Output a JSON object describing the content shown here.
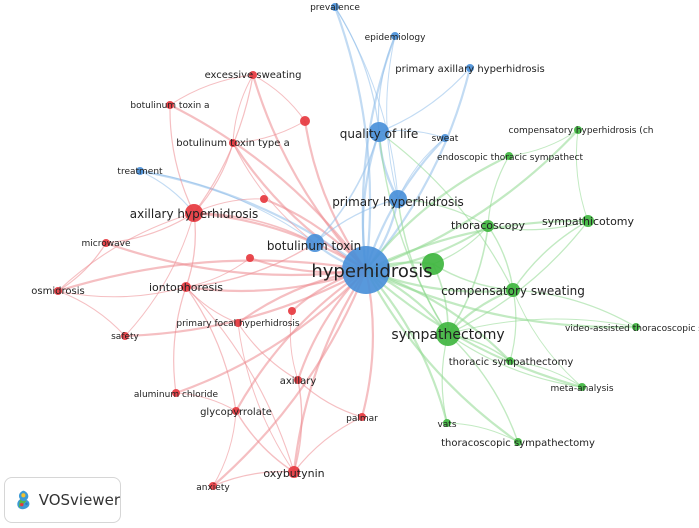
{
  "brand": {
    "name": "VOSviewer",
    "logo_icon": "vosviewer-logo-icon"
  },
  "colors": {
    "cluster_red": "#e6383f",
    "cluster_green": "#3fb53f",
    "cluster_blue": "#4a90d9",
    "link_red": "#ec8a8f",
    "link_green": "#8fd88f",
    "link_blue": "#8fbde9"
  },
  "network": {
    "nodes": [
      {
        "id": "hyperhidrosis",
        "label": "hyperhidrosis",
        "cluster": "blue"
      },
      {
        "id": "quality_of_life",
        "label": "quality of life",
        "cluster": "blue"
      },
      {
        "id": "primary_hyperhidrosis",
        "label": "primary hyperhidrosis",
        "cluster": "blue"
      },
      {
        "id": "botulinum_toxin",
        "label": "botulinum toxin",
        "cluster": "blue"
      },
      {
        "id": "prevalence",
        "label": "prevalence",
        "cluster": "blue"
      },
      {
        "id": "epidemiology",
        "label": "epidemiology",
        "cluster": "blue"
      },
      {
        "id": "primary_axillary_hyperhidrosis",
        "label": "primary axillary hyperhidrosis",
        "cluster": "blue"
      },
      {
        "id": "sweat",
        "label": "sweat",
        "cluster": "blue"
      },
      {
        "id": "treatment",
        "label": "treatment",
        "cluster": "blue"
      },
      {
        "id": "excessive_sweating",
        "label": "excessive sweating",
        "cluster": "red"
      },
      {
        "id": "botulinum_toxin_a",
        "label": "botulinum toxin a",
        "cluster": "red"
      },
      {
        "id": "botulinum_toxin_type_a",
        "label": "botulinum toxin type a",
        "cluster": "red"
      },
      {
        "id": "axillary_hyperhidrosis",
        "label": "axillary hyperhidrosis",
        "cluster": "red"
      },
      {
        "id": "microwave",
        "label": "microwave",
        "cluster": "red"
      },
      {
        "id": "osmidrosis",
        "label": "osmidrosis",
        "cluster": "red"
      },
      {
        "id": "iontophoresis",
        "label": "iontophoresis",
        "cluster": "red"
      },
      {
        "id": "primary_focal_hyperhidrosis",
        "label": "primary focal hyperhidrosis",
        "cluster": "red"
      },
      {
        "id": "safety",
        "label": "safety",
        "cluster": "red"
      },
      {
        "id": "axillary",
        "label": "axillary",
        "cluster": "red"
      },
      {
        "id": "aluminum_chloride",
        "label": "aluminum chloride",
        "cluster": "red"
      },
      {
        "id": "glycopyrrolate",
        "label": "glycopyrrolate",
        "cluster": "red"
      },
      {
        "id": "palmar",
        "label": "palmar",
        "cluster": "red"
      },
      {
        "id": "oxybutynin",
        "label": "oxybutynin",
        "cluster": "red"
      },
      {
        "id": "anxiety",
        "label": "anxiety",
        "cluster": "red"
      },
      {
        "id": "compensatory_hyperhidrosis",
        "label": "compensatory hyperhidrosis (ch",
        "cluster": "green"
      },
      {
        "id": "endoscopic_thoracic_sympathect",
        "label": "endoscopic thoracic sympathect",
        "cluster": "green"
      },
      {
        "id": "thoracoscopy",
        "label": "thoracoscopy",
        "cluster": "green"
      },
      {
        "id": "sympathicotomy",
        "label": "sympathicotomy",
        "cluster": "green"
      },
      {
        "id": "compensatory_sweating",
        "label": "compensatory sweating",
        "cluster": "green"
      },
      {
        "id": "sympathectomy",
        "label": "sympathectomy",
        "cluster": "green"
      },
      {
        "id": "video_assisted_thoracoscopic",
        "label": "video-assisted thoracoscopic s",
        "cluster": "green"
      },
      {
        "id": "thoracic_sympathectomy",
        "label": "thoracic sympathectomy",
        "cluster": "green"
      },
      {
        "id": "meta_analysis",
        "label": "meta-analysis",
        "cluster": "green"
      },
      {
        "id": "vats",
        "label": "vats",
        "cluster": "green"
      },
      {
        "id": "thoracoscopic_sympathectomy",
        "label": "thoracoscopic sympathectomy",
        "cluster": "green"
      },
      {
        "id": "unlabeled_red_1",
        "label": "",
        "cluster": "red"
      },
      {
        "id": "unlabeled_red_2",
        "label": "",
        "cluster": "red"
      },
      {
        "id": "unlabeled_red_3",
        "label": "",
        "cluster": "red"
      },
      {
        "id": "unlabeled_red_4",
        "label": "",
        "cluster": "red"
      },
      {
        "id": "unlabeled_green_1",
        "label": "",
        "cluster": "green"
      }
    ]
  }
}
